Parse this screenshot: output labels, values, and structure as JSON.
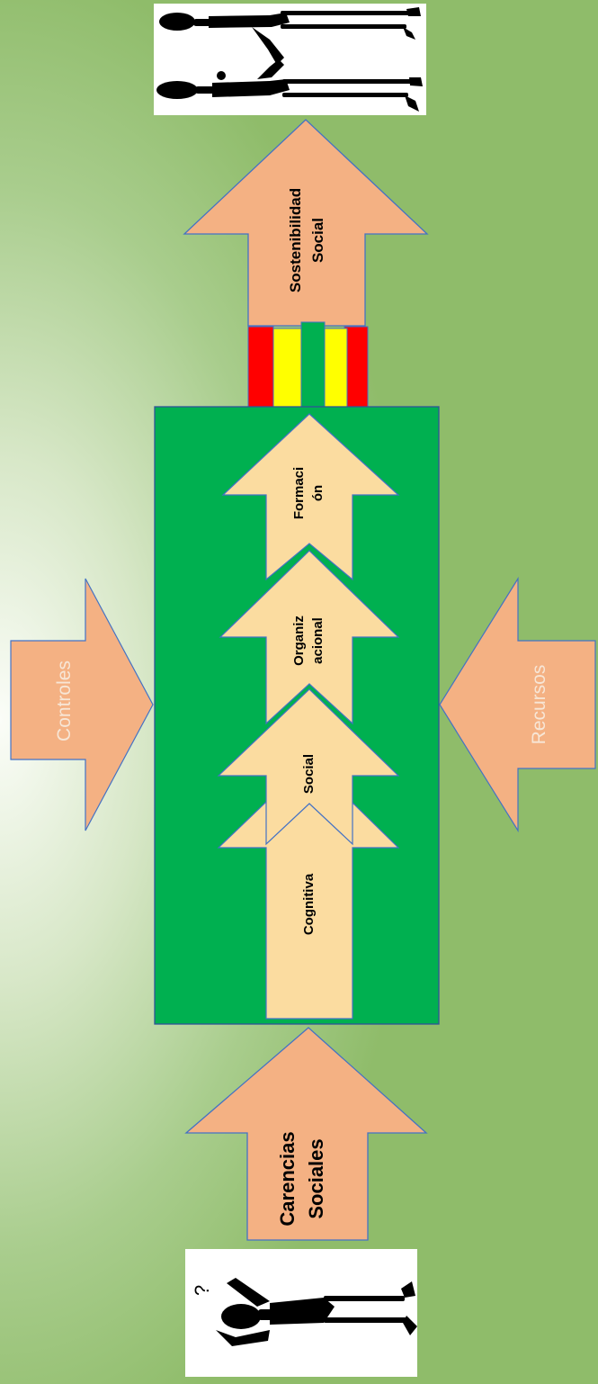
{
  "diagram": {
    "input": {
      "label_line1": "Carencias",
      "label_line2": "Sociales"
    },
    "output": {
      "label_line1": "Sostenibilidad",
      "label_line2": "Social"
    },
    "controls": {
      "label": "Controles"
    },
    "resources": {
      "label": "Recursos"
    },
    "stages": [
      {
        "label_line1": "Cognitiva",
        "label_line2": ""
      },
      {
        "label_line1": "Social",
        "label_line2": ""
      },
      {
        "label_line1": "Organiz",
        "label_line2": "acional"
      },
      {
        "label_line1": "Formaci",
        "label_line2": "ón"
      }
    ],
    "stripe_colors": [
      "#ff0000",
      "#ffff00",
      "#00b050",
      "#ffff00",
      "#ff0000"
    ]
  },
  "colors": {
    "process_box": "#00b050",
    "big_arrow_fill": "#f4b183",
    "stage_arrow_fill": "#fbdca0",
    "arrow_stroke": "#4472c4"
  },
  "icons": {
    "top": "couple-holding-hands-silhouette-icon",
    "bottom": "confused-person-lying-down-silhouette-icon"
  }
}
